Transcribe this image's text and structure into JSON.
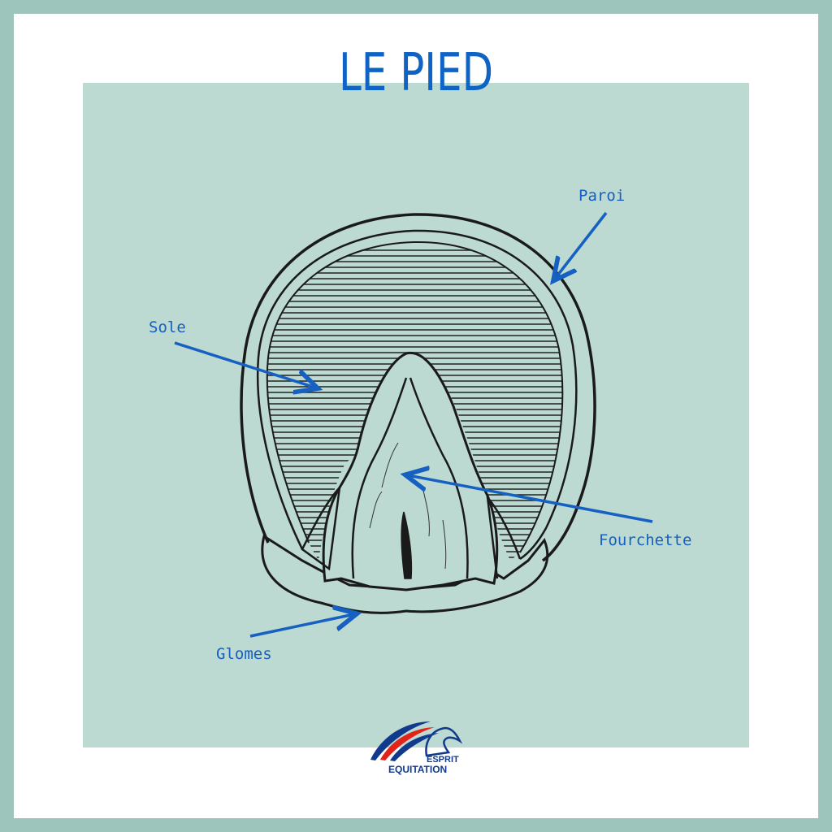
{
  "title": "LE PIED",
  "labels": {
    "paroi": "Paroi",
    "sole": "Sole",
    "fourchette": "Fourchette",
    "glomes": "Glomes"
  },
  "logo": {
    "line1": "ESPRIT",
    "line2": "EQUITATION"
  },
  "colors": {
    "frame": "#9dc5bb",
    "panel": "#bcd9d2",
    "accent": "#1560c0",
    "title": "#0f63c4"
  }
}
